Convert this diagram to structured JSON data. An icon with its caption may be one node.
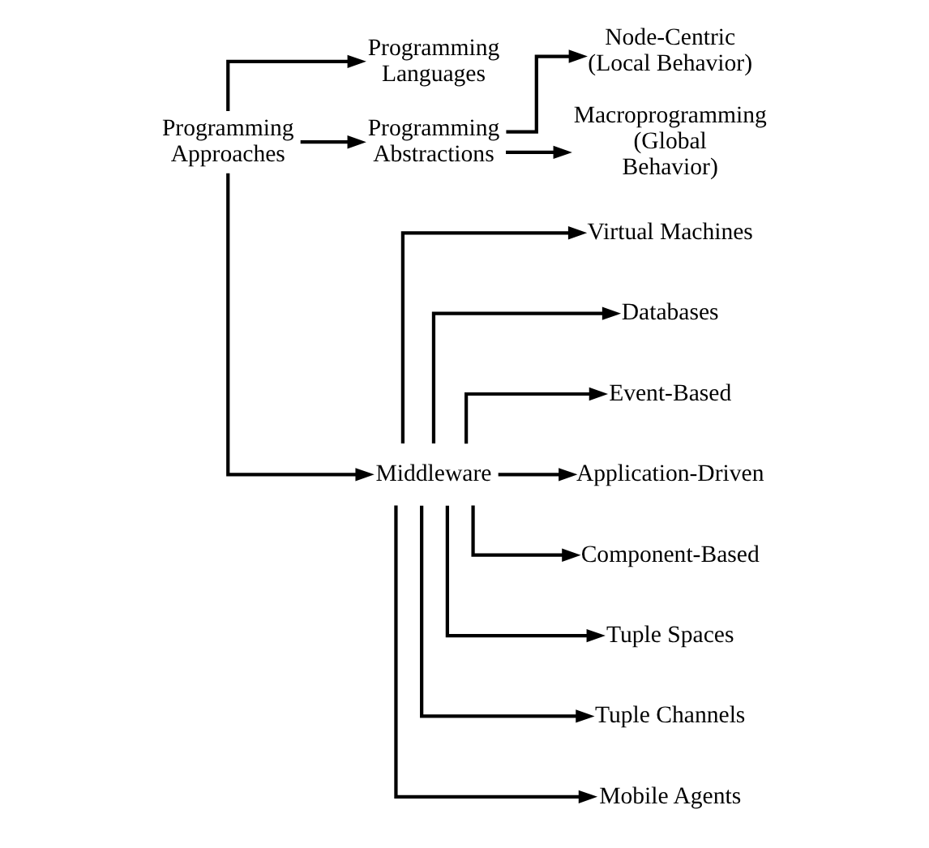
{
  "diagram": {
    "nodes": [
      {
        "text": [
          "Programming Approaches"
        ]
      },
      {
        "text": [
          "Programming Languages"
        ]
      },
      {
        "text": [
          "Programming Abstractions"
        ]
      },
      {
        "text": [
          "Node-Centric (Local Behavior)"
        ]
      },
      {
        "text": [
          "Macroprogramming (Global Behavior)"
        ]
      },
      {
        "text": [
          "Middleware"
        ]
      },
      {
        "text": [
          "Virtual Machines"
        ]
      },
      {
        "text": [
          "Databases"
        ]
      },
      {
        "text": [
          "Event-Based"
        ]
      },
      {
        "text": [
          "Application-Driven"
        ]
      },
      {
        "text": [
          "Component-Based"
        ]
      },
      {
        "text": [
          "Tuple Spaces"
        ]
      },
      {
        "text": [
          "Tuple Channels"
        ]
      },
      {
        "text": [
          "Mobile Agents"
        ]
      }
    ],
    "edges": [
      {
        "from": 0,
        "to": 1,
        "arrow": "to"
      },
      {
        "from": 0,
        "to": 2,
        "arrow": "to"
      },
      {
        "from": 0,
        "to": 5,
        "arrow": "to"
      },
      {
        "from": 2,
        "to": 3,
        "arrow": "to"
      },
      {
        "from": 2,
        "to": 4,
        "arrow": "to"
      },
      {
        "from": 5,
        "to": 6,
        "arrow": "to"
      },
      {
        "from": 5,
        "to": 7,
        "arrow": "to"
      },
      {
        "from": 5,
        "to": 8,
        "arrow": "to"
      },
      {
        "from": 5,
        "to": 9,
        "arrow": "to"
      },
      {
        "from": 5,
        "to": 10,
        "arrow": "to"
      },
      {
        "from": 5,
        "to": 11,
        "arrow": "to"
      },
      {
        "from": 5,
        "to": 12,
        "arrow": "to"
      },
      {
        "from": 5,
        "to": 13,
        "arrow": "to"
      }
    ]
  }
}
